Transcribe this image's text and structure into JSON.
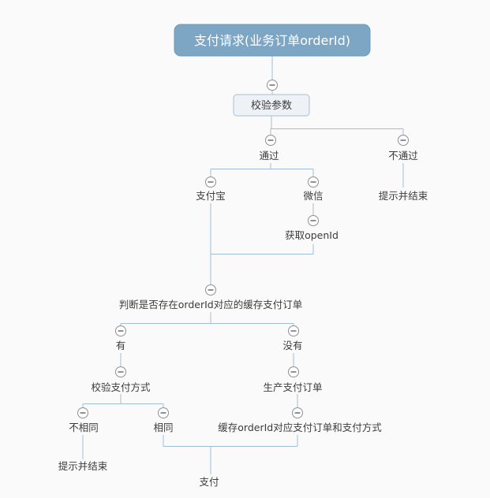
{
  "colors": {
    "background": "#fafafa",
    "root_fill": "#7da5c4",
    "root_border": "#6f9cbd",
    "root_text": "#ffffff",
    "box_fill": "#eef1f6",
    "box_border": "#a7bfd2",
    "line": "#a0bed3",
    "icon_stroke": "#8f8f8f",
    "icon_minus": "#4a4a4a",
    "label": "#3c3c3c"
  },
  "icons": {
    "collapse": "minus-circle"
  },
  "nodes": {
    "root": {
      "label": "支付请求(业务订单orderId)"
    },
    "validate": {
      "label": "校验参数"
    },
    "pass": {
      "label": "通过"
    },
    "fail": {
      "label": "不通过"
    },
    "fail_end": {
      "label": "提示并结束"
    },
    "alipay": {
      "label": "支付宝"
    },
    "wechat": {
      "label": "微信"
    },
    "openid": {
      "label": "获取openId"
    },
    "judge": {
      "label": "判断是否存在orderId对应的缓存支付订单"
    },
    "has": {
      "label": "有"
    },
    "none": {
      "label": "没有"
    },
    "verify_method": {
      "label": "校验支付方式"
    },
    "create_order": {
      "label": "生产支付订单"
    },
    "different": {
      "label": "不相同"
    },
    "same": {
      "label": "相同"
    },
    "cache_order": {
      "label": "缓存orderId对应支付订单和支付方式"
    },
    "diff_end": {
      "label": "提示并结束"
    },
    "pay": {
      "label": "支付"
    }
  }
}
